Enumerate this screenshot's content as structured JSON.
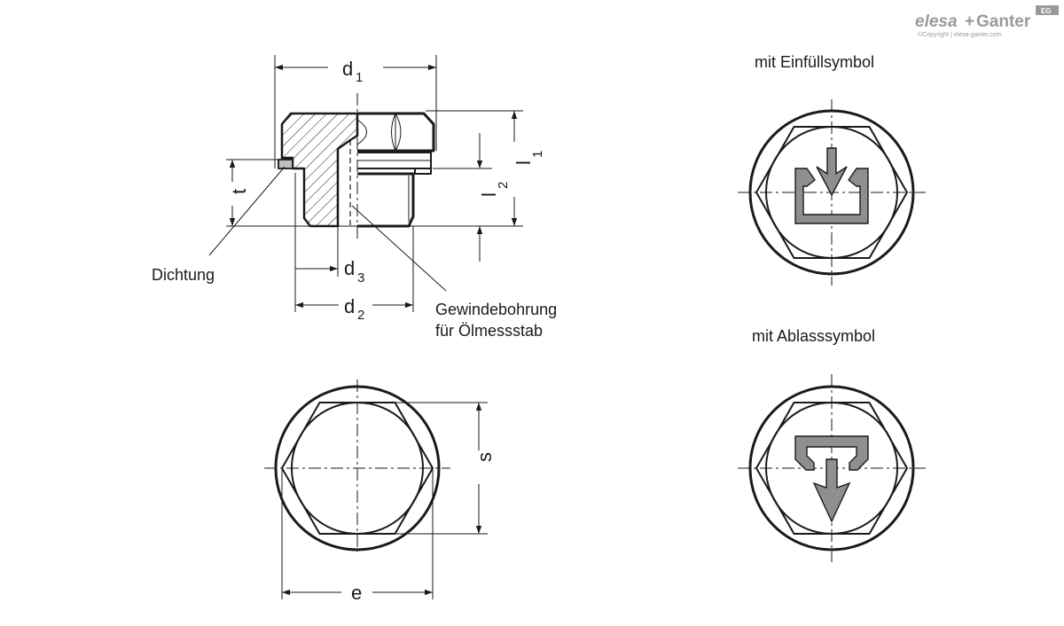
{
  "logo": {
    "brand_left": "elesa",
    "plus": "+",
    "brand_right": "Ganter",
    "copyright": "©Copyright | elesa-ganter.com",
    "badge": "EG"
  },
  "dimensions": {
    "d1": "d",
    "d1_sub": "1",
    "d2": "d",
    "d2_sub": "2",
    "d3": "d",
    "d3_sub": "3",
    "l1": "l",
    "l1_sub": "1",
    "l2": "l",
    "l2_sub": "2",
    "t": "t",
    "s": "s",
    "e": "e"
  },
  "labels": {
    "seal": "Dichtung",
    "thread_bore_line1": "Gewindebohrung",
    "thread_bore_line2": "für Ölmessstab"
  },
  "captions": {
    "fill_symbol": "mit Einfüllsymbol",
    "drain_symbol": "mit Ablasssymbol"
  }
}
